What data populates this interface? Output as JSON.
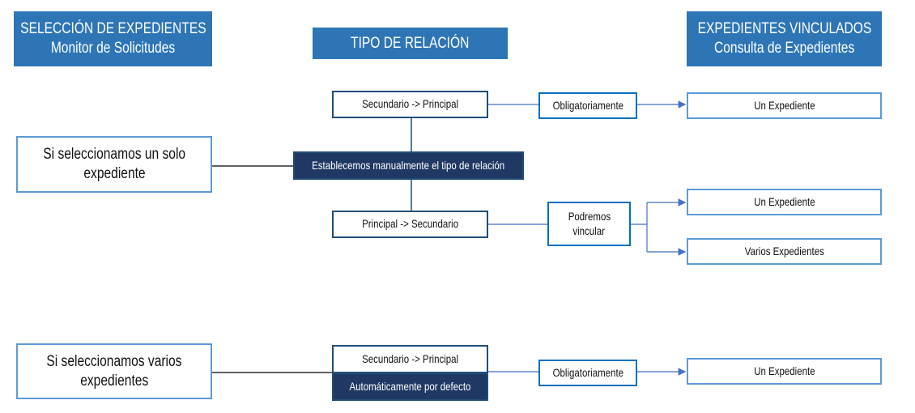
{
  "headers": {
    "seleccion": {
      "title": "SELECCIÓN DE EXPEDIENTES",
      "subtitle": "Monitor de Solicitudes"
    },
    "tipo": {
      "title": "TIPO DE RELACIÓN"
    },
    "vinculados": {
      "title": "EXPEDIENTES VINCULADOS",
      "subtitle": "Consulta de Expedientes"
    }
  },
  "single": {
    "source": "Si seleccionamos un solo expediente",
    "source_line1": "Si seleccionamos un solo",
    "source_line2": "expediente",
    "manual": "Establecemos manualmente el tipo de relación",
    "sec_prin": "Secundario -> Principal",
    "prin_sec": "Principal -> Secundario",
    "obligatorio": "Obligatoriamente",
    "podremos_line1": "Podremos",
    "podremos_line2": "vincular",
    "un_expediente_a": "Un Expediente",
    "un_expediente_b": "Un Expediente",
    "varios": "Varios Expedientes"
  },
  "multiple": {
    "source_line1": "Si seleccionamos varios",
    "source_line2": "expedientes",
    "sec_prin": "Secundario -> Principal",
    "auto": "Automáticamente por defecto",
    "obligatorio": "Obligatoriamente",
    "un_expediente": "Un Expediente"
  },
  "colors": {
    "header": "#2e75b6",
    "dark": "#203864",
    "line": "#4472c4"
  }
}
